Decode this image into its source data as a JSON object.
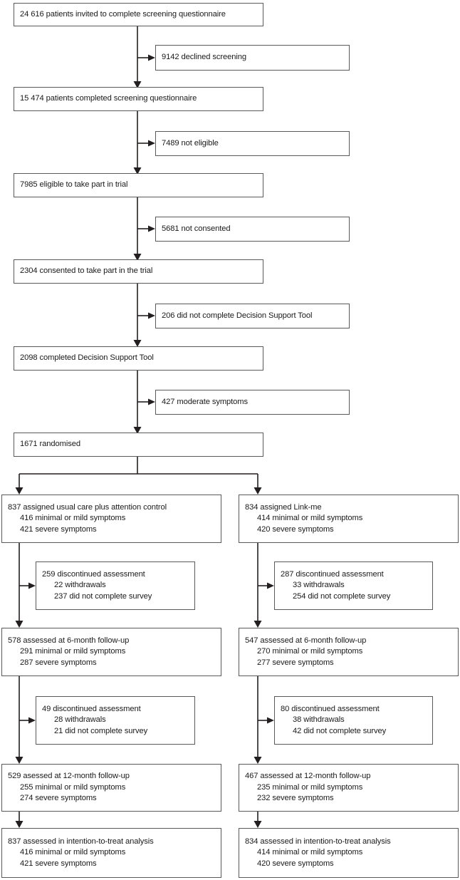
{
  "diagram": {
    "title": "CONSORT trial profile flow diagram",
    "type": "flowchart",
    "style": {
      "box_border": "#58595b",
      "line_color": "#231f20",
      "background": "#ffffff",
      "text": "#1a1a1a"
    }
  },
  "main_boxes": [
    {
      "id": "invited",
      "text": "24 616 patients invited to complete screening questionnaire"
    },
    {
      "id": "completed",
      "text": "15 474 patients completed screening questionnaire"
    },
    {
      "id": "eligible",
      "text": "7985 eligible to take part in trial"
    },
    {
      "id": "consented",
      "text": "2304 consented to take part in the trial"
    },
    {
      "id": "dst-done",
      "text": "2098 completed Decision Support Tool"
    },
    {
      "id": "randomised",
      "text": "1671 randomised"
    }
  ],
  "exclusion_boxes": [
    {
      "id": "declined",
      "text": "9142 declined screening"
    },
    {
      "id": "not-eligible",
      "text": "7489 not eligible"
    },
    {
      "id": "not-consented",
      "text": "5681 not consented"
    },
    {
      "id": "no-dst",
      "text": "206 did not complete Decision Support Tool"
    },
    {
      "id": "moderate",
      "text": "427 moderate symptoms"
    }
  ],
  "arms": {
    "control": {
      "assigned": {
        "id": "control-assigned",
        "lines": [
          "837 assigned usual care plus attention control",
          "416 minimal or mild symptoms",
          "421 severe symptoms"
        ]
      },
      "discontinued_6m": {
        "id": "control-discont-6m",
        "lines": [
          "259 discontinued assessment",
          "22 withdrawals",
          "237 did not complete survey"
        ]
      },
      "followup_6m": {
        "id": "control-followup-6m",
        "lines": [
          "578 assessed at 6-month follow-up",
          "291 minimal or mild symptoms",
          "287 severe symptoms"
        ]
      },
      "discontinued_12m": {
        "id": "control-discont-12m",
        "lines": [
          "49 discontinued assessment",
          "28 withdrawals",
          "21 did not complete survey"
        ]
      },
      "followup_12m": {
        "id": "control-followup-12m",
        "lines": [
          "529 asessed at 12-month follow-up",
          "255 minimal or mild symptoms",
          "274 severe symptoms"
        ]
      },
      "analysis": {
        "id": "control-analysis",
        "lines": [
          "837 assessed in intention-to-treat analysis",
          "416 minimal or mild symptoms",
          "421 severe symptoms"
        ]
      }
    },
    "intervention": {
      "assigned": {
        "id": "linkme-assigned",
        "lines": [
          "834 assigned Link-me",
          "414 minimal or mild symptoms",
          "420 severe symptoms"
        ]
      },
      "discontinued_6m": {
        "id": "linkme-discont-6m",
        "lines": [
          "287 discontinued assessment",
          "33 withdrawals",
          "254 did not complete survey"
        ]
      },
      "followup_6m": {
        "id": "linkme-followup-6m",
        "lines": [
          "547 assessed at 6-month follow-up",
          "270 minimal or mild symptoms",
          "277 severe symptoms"
        ]
      },
      "discontinued_12m": {
        "id": "linkme-discont-12m",
        "lines": [
          "80 discontinued assessment",
          "38 withdrawals",
          "42 did not complete survey"
        ]
      },
      "followup_12m": {
        "id": "linkme-followup-12m",
        "lines": [
          "467 assessed at 12-month follow-up",
          "235 minimal or mild symptoms",
          "232 severe symptoms"
        ]
      },
      "analysis": {
        "id": "linkme-analysis",
        "lines": [
          "834 assessed in intention-to-treat analysis",
          "414 minimal or mild symptoms",
          "420 severe symptoms"
        ]
      }
    }
  }
}
